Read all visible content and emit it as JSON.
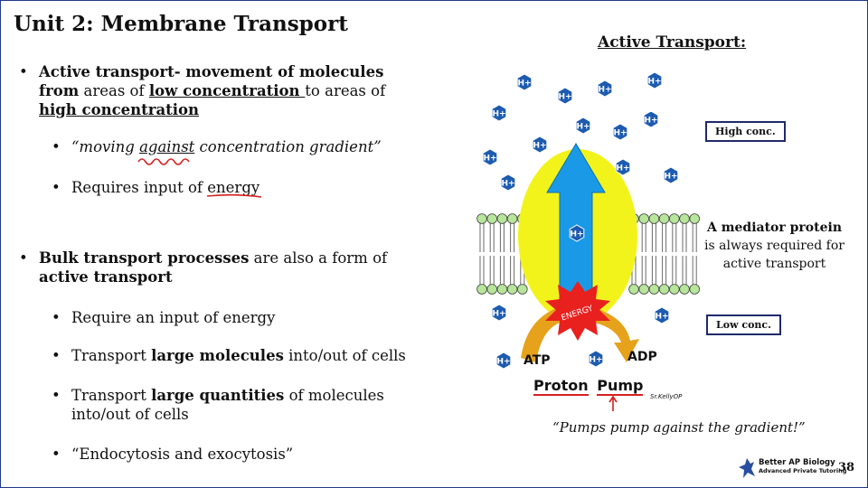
{
  "slide": {
    "title": "Unit 2: Membrane Transport",
    "page_number": "38"
  },
  "left": {
    "b1_bold1": "Active transport- movement of molecules from",
    "b1_t1": " areas of ",
    "b1_u1": "low concentration ",
    "b1_t2": "to areas of",
    "b1_u2": "high concentration",
    "sub1_t1": "“moving ",
    "sub1_u": "against",
    "sub1_t2": " concentration gradient”",
    "sub2_t1": "Requires input of ",
    "sub2_u": "energy",
    "b2_bold": "Bulk transport processes",
    "b2_t1": " are also a form of",
    "b2_bold2": "active transport",
    "sub3": "Require an input of energy",
    "sub4_t1": "Transport ",
    "sub4_b": "large molecules",
    "sub4_t2": " into/out of cells",
    "sub5_t1": "Transport ",
    "sub5_b": "large quantities",
    "sub5_t2": " of molecules",
    "sub5_t3": "into/out of cells",
    "sub6": "“Endocytosis and exocytosis”"
  },
  "diagram": {
    "heading": "Active Transport:",
    "high_conc": "High conc.",
    "low_conc": "Low conc.",
    "ion_label": "H+",
    "energy_label": "ENERGY",
    "atp": "ATP",
    "adp": "ADP",
    "proton": "Proton",
    "pump": "Pump",
    "credit": "Sr.KellyOP",
    "mediator_bold": "A mediator protein",
    "mediator_rest1": "is always required for",
    "mediator_rest2": "active transport",
    "quote": "“Pumps pump against the gradient!”"
  },
  "logo": {
    "line1": "Better AP Biology",
    "line2": "Advanced Private Tutoring"
  },
  "colors": {
    "ion": "#1d5bb0",
    "protein": "#f3f31c",
    "arrow": "#1a9ae6",
    "atp_arrow": "#e6a21b",
    "energy": "#e8201e",
    "annotation": "#d62020",
    "box_border": "#1f2a6b"
  }
}
